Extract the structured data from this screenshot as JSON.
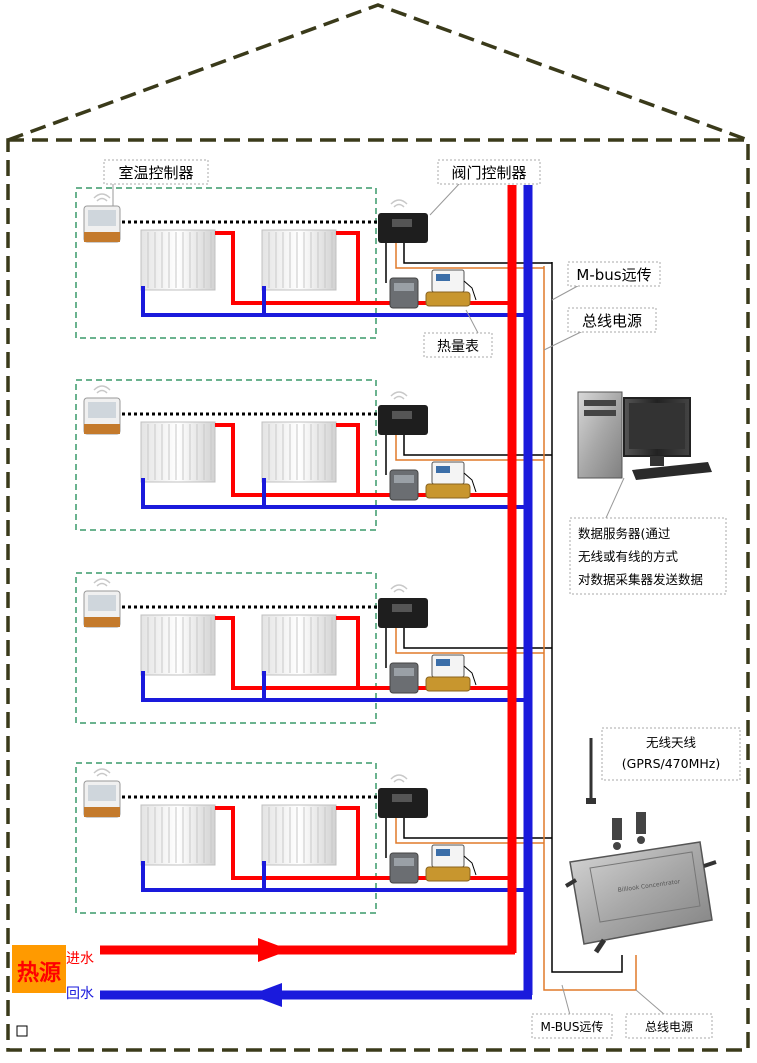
{
  "labels": {
    "room_thermostat": "室温控制器",
    "valve_controller": "阀门控制器",
    "heat_meter": "热量表",
    "mbus_remote": "M-bus远传",
    "bus_power": "总线电源",
    "server_line1": "数据服务器(通过",
    "server_line2": "无线或有线的方式",
    "server_line3": "对数据采集器发送数据",
    "antenna_line1": "无线天线",
    "antenna_line2": "(GPRS/470MHz)",
    "heat_source": "热源",
    "supply_water": "进水",
    "return_water": "回水",
    "mbus_remote_bottom": "M-BUS远传",
    "bus_power_bottom": "总线电源",
    "device_label": "Billlook Concentrator"
  },
  "floor_count": 4,
  "colors": {
    "supply": "#ff0000",
    "return": "#1a1adc",
    "bus": "#e07a2a",
    "mbus": "#000000",
    "house_outline": "#3a3a1a",
    "floor_dash": "#3a9a6a",
    "heat_source_bg": "#ff9a00",
    "heat_source_text": "#ff0000"
  }
}
